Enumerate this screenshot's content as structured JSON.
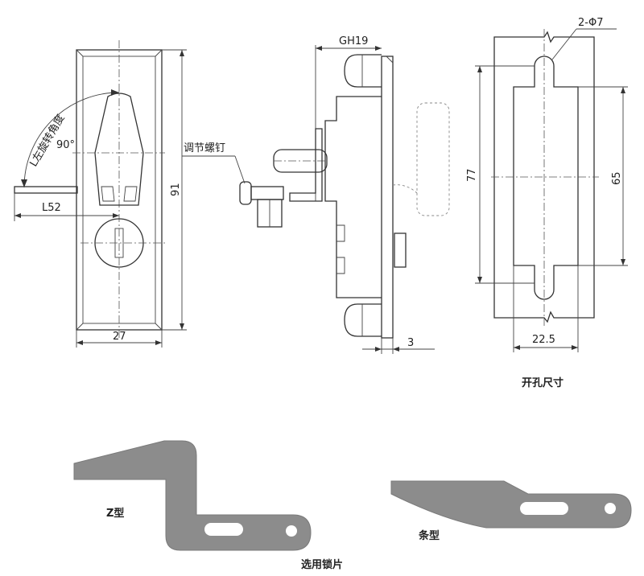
{
  "labels": {
    "rotation_angle": "L左旋转角度",
    "angle": "90°",
    "l52": "L52",
    "w27": "27",
    "h91": "91",
    "gh19": "GH19",
    "adjust_screw": "调节螺钉",
    "d3": "3",
    "holes": "2-Φ7",
    "d77": "77",
    "d65": "65",
    "d22_5": "22.5",
    "cutout_title": "开孔尺寸",
    "z_type": "Z型",
    "strip_type": "条型",
    "plates_title": "选用锁片"
  },
  "colors": {
    "line": "#333333",
    "plate_fill": "#8c8c8c"
  }
}
